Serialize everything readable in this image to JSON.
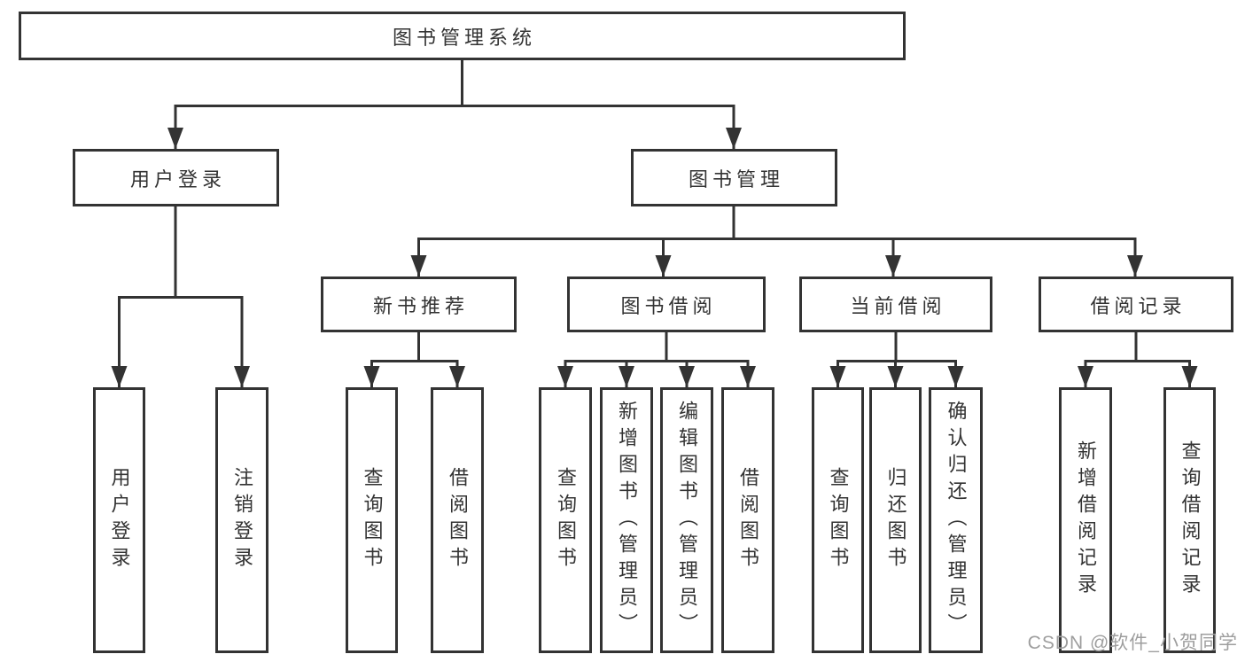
{
  "diagram": {
    "root": {
      "label": "图书管理系统"
    },
    "branches": [
      {
        "label": "用户登录",
        "children": [
          {
            "label": "用户登录"
          },
          {
            "label": "注销登录"
          }
        ]
      },
      {
        "label": "图书管理",
        "sections": [
          {
            "label": "新书推荐",
            "children": [
              {
                "label": "查询图书"
              },
              {
                "label": "借阅图书"
              }
            ]
          },
          {
            "label": "图书借阅",
            "children": [
              {
                "label": "查询图书"
              },
              {
                "label": "新增图书（管理员）"
              },
              {
                "label": "编辑图书（管理员）"
              },
              {
                "label": "借阅图书"
              }
            ]
          },
          {
            "label": "当前借阅",
            "children": [
              {
                "label": "查询图书"
              },
              {
                "label": "归还图书"
              },
              {
                "label": "确认归还（管理员）"
              }
            ]
          },
          {
            "label": "借阅记录",
            "children": [
              {
                "label": "新增借阅记录"
              },
              {
                "label": "查询借阅记录"
              }
            ]
          }
        ]
      }
    ]
  },
  "watermark": {
    "text": "CSDN @软件_小贺同学"
  },
  "colors": {
    "line": "#333333",
    "text": "#333333",
    "box_bg": "#ffffff",
    "watermark": "#9e9e9e"
  }
}
